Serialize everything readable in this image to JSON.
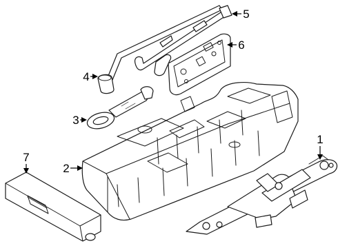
{
  "diagram": {
    "callouts": [
      {
        "number": "1",
        "part": "jack"
      },
      {
        "number": "2",
        "part": "tool-tray"
      },
      {
        "number": "3",
        "part": "tow-eye"
      },
      {
        "number": "4",
        "part": "lug-wrench"
      },
      {
        "number": "5",
        "part": "jack-handle"
      },
      {
        "number": "6",
        "part": "tool-holder-bracket"
      },
      {
        "number": "7",
        "part": "storage-bag"
      }
    ],
    "colors": {
      "line": "#1a1a1a",
      "background": "#ffffff"
    }
  }
}
